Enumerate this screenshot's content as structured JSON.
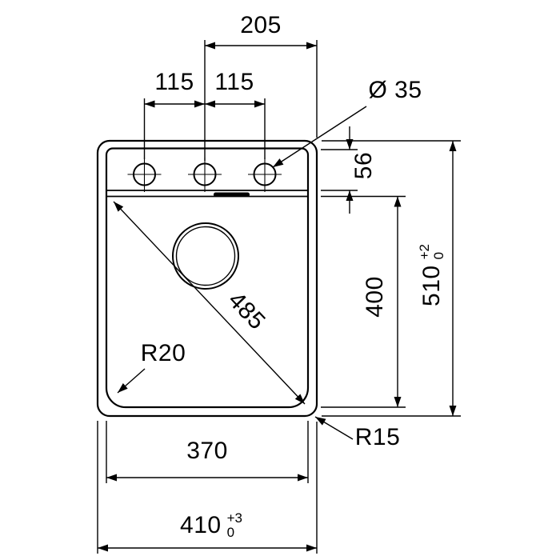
{
  "canvas": {
    "background": "#ffffff",
    "ink": "#000000"
  },
  "drawing": {
    "kind": "sink-installation-dimension-drawing",
    "labels": {
      "center_to_edge": "205",
      "hole_pitch_left": "115",
      "hole_pitch_right": "115",
      "hole_diameter": "Ø 35",
      "rim_to_bowl": "56",
      "bowl_length": "400",
      "overall_length": "510",
      "overall_length_tol_plus": "+2",
      "overall_length_tol_minus": "0",
      "bowl_diagonal": "485",
      "bowl_corner_radius": "R20",
      "outer_corner_radius": "R15",
      "bowl_width": "370",
      "overall_width": "410",
      "overall_width_tol_plus": "+3",
      "overall_width_tol_minus": "0"
    }
  }
}
